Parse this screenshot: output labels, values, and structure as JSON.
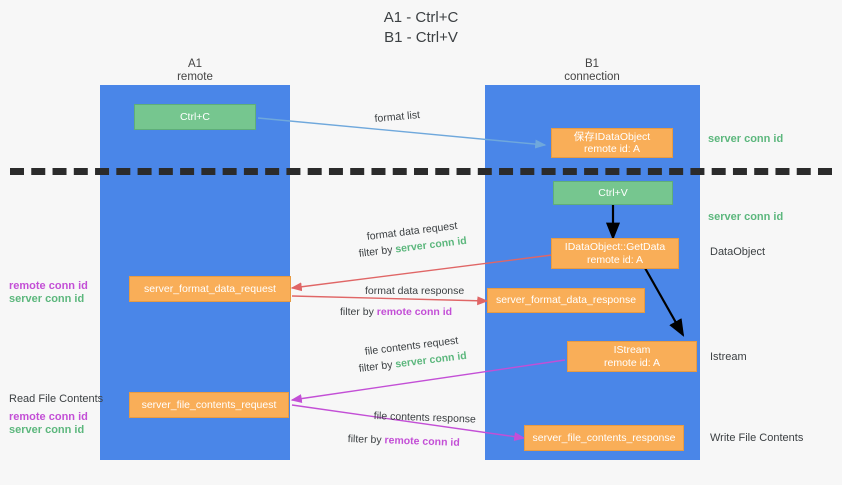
{
  "title": {
    "line1": "A1 - Ctrl+C",
    "line2": "B1 - Ctrl+V"
  },
  "colors": {
    "lane": "#4a86e8",
    "green_box": "#76c68f",
    "orange_box": "#f9ae58",
    "server_conn_text": "#5cb77d",
    "remote_conn_text": "#c34fd6",
    "divider": "#2b2b2b",
    "arrow_blue": "#6fa8dc",
    "arrow_red": "#e06666",
    "arrow_magenta": "#c34fd6",
    "arrow_black": "#000000"
  },
  "lanes": [
    {
      "name": "A1",
      "sub": "remote"
    },
    {
      "name": "B1",
      "sub": "connection"
    }
  ],
  "boxes": {
    "ctrl_c": {
      "line1": "Ctrl+C",
      "line2": ""
    },
    "save_idataobject": {
      "line1": "保存IDataObject",
      "line2": "remote id: A"
    },
    "ctrl_v": {
      "line1": "Ctrl+V",
      "line2": ""
    },
    "getdata": {
      "line1": "IDataObject::GetData",
      "line2": "remote id: A"
    },
    "server_format_data_request": {
      "line1": "server_format_data_request",
      "line2": ""
    },
    "server_format_data_response": {
      "line1": "server_format_data_response",
      "line2": ""
    },
    "istream": {
      "line1": "IStream",
      "line2": "remote id: A"
    },
    "server_file_contents_request": {
      "line1": "server_file_contents_request",
      "line2": ""
    },
    "server_file_contents_response": {
      "line1": "server_file_contents_response",
      "line2": ""
    }
  },
  "captions": {
    "format_list": "format list",
    "format_data_request": "format data request",
    "format_data_request_filter_prefix": "filter by ",
    "format_data_request_filter_value": "server conn id",
    "format_data_response": "format data response",
    "format_data_response_filter_prefix": "filter by ",
    "format_data_response_filter_value": "remote conn id",
    "file_contents_request": "file contents request",
    "file_contents_request_filter_prefix": "filter by ",
    "file_contents_request_filter_value": "server conn id",
    "file_contents_response": "file contents response",
    "file_contents_response_filter_prefix": "filter by ",
    "file_contents_response_filter_value": "remote conn id"
  },
  "side_labels": {
    "right_server_conn_id_top": "server conn id",
    "right_server_conn_id_mid": "server conn id",
    "right_dataobject": "DataObject",
    "right_istream": "Istream",
    "right_write_file_contents": "Write File Contents",
    "left_remote_conn_id_1": "remote conn id",
    "left_server_conn_id_1": "server conn id",
    "left_read_file_contents": "Read File Contents",
    "left_remote_conn_id_2": "remote conn id",
    "left_server_conn_id_2": "server conn id"
  }
}
